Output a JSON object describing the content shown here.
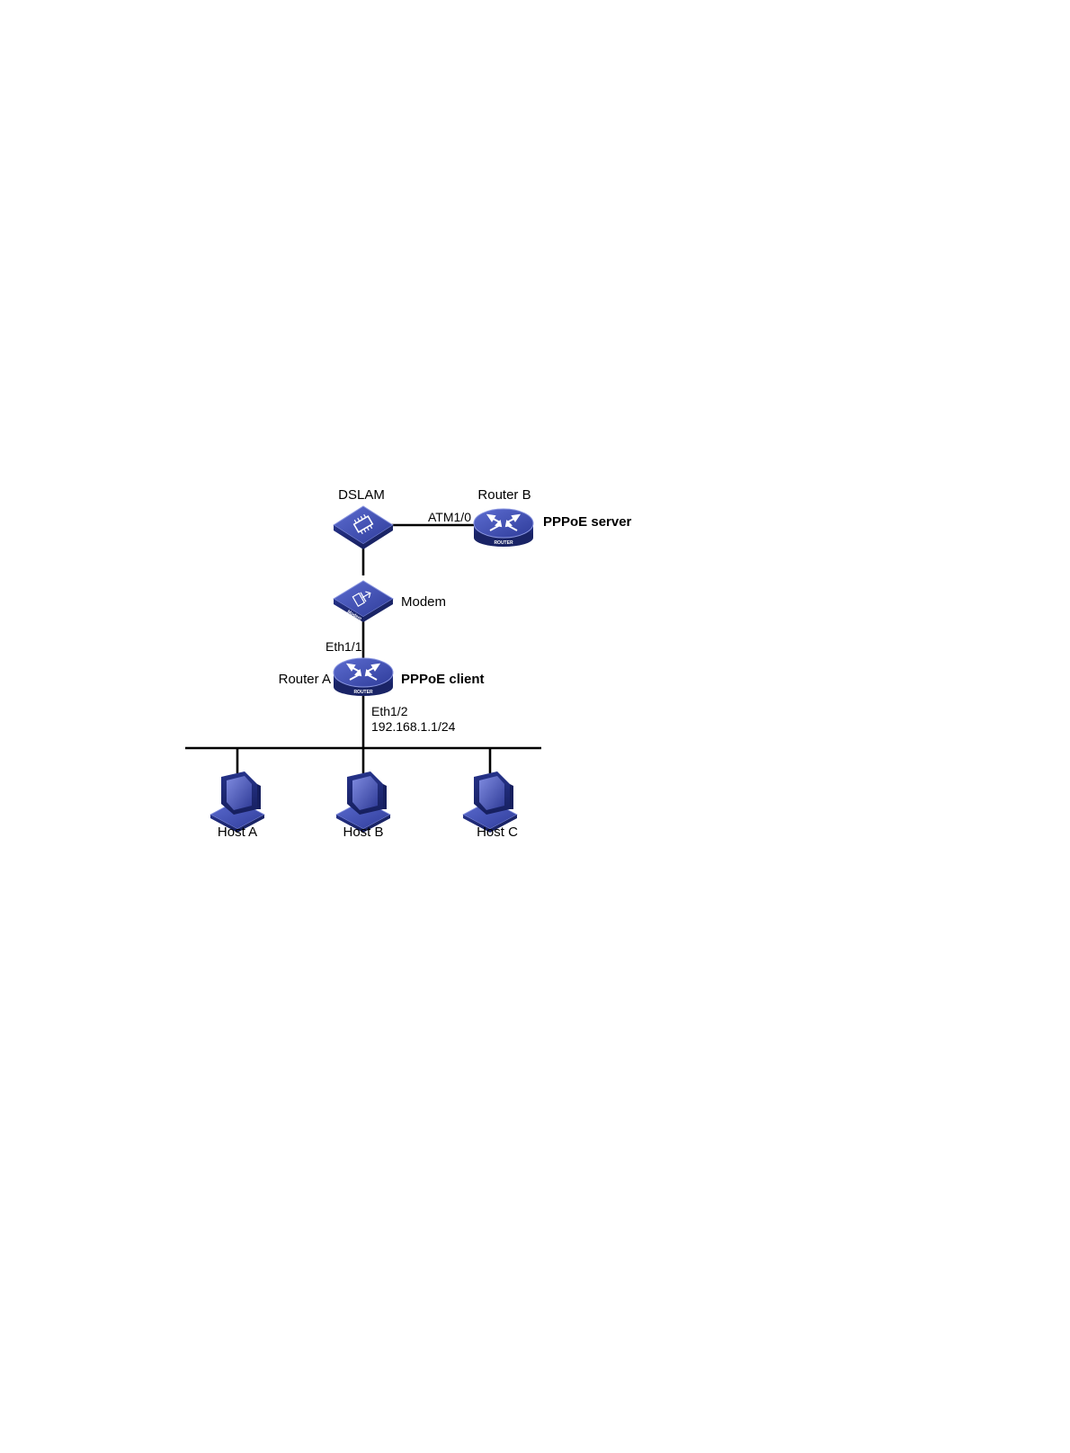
{
  "nodes": {
    "dslam": {
      "label": "DSLAM"
    },
    "router_b": {
      "label": "Router B",
      "role": "PPPoE server",
      "badge": "ROUTER"
    },
    "modem": {
      "label": "Modem",
      "badge": "Modem"
    },
    "router_a": {
      "label": "Router A",
      "role": "PPPoE client",
      "badge": "ROUTER"
    },
    "host_a": {
      "label": "Host A"
    },
    "host_b": {
      "label": "Host B"
    },
    "host_c": {
      "label": "Host C"
    }
  },
  "interfaces": {
    "atm": "ATM1/0",
    "eth11": "Eth1/1",
    "eth12": "Eth1/2",
    "eth12_ip": "192.168.1.1/24"
  },
  "colors": {
    "device_top": "#3f4fb0",
    "device_side": "#1e2a78",
    "device_edge": "#8a96e0",
    "line": "#000000"
  },
  "icons": {
    "dslam": "dslam-icon",
    "modem": "modem-icon",
    "router": "router-icon",
    "host": "host-pc-icon"
  }
}
